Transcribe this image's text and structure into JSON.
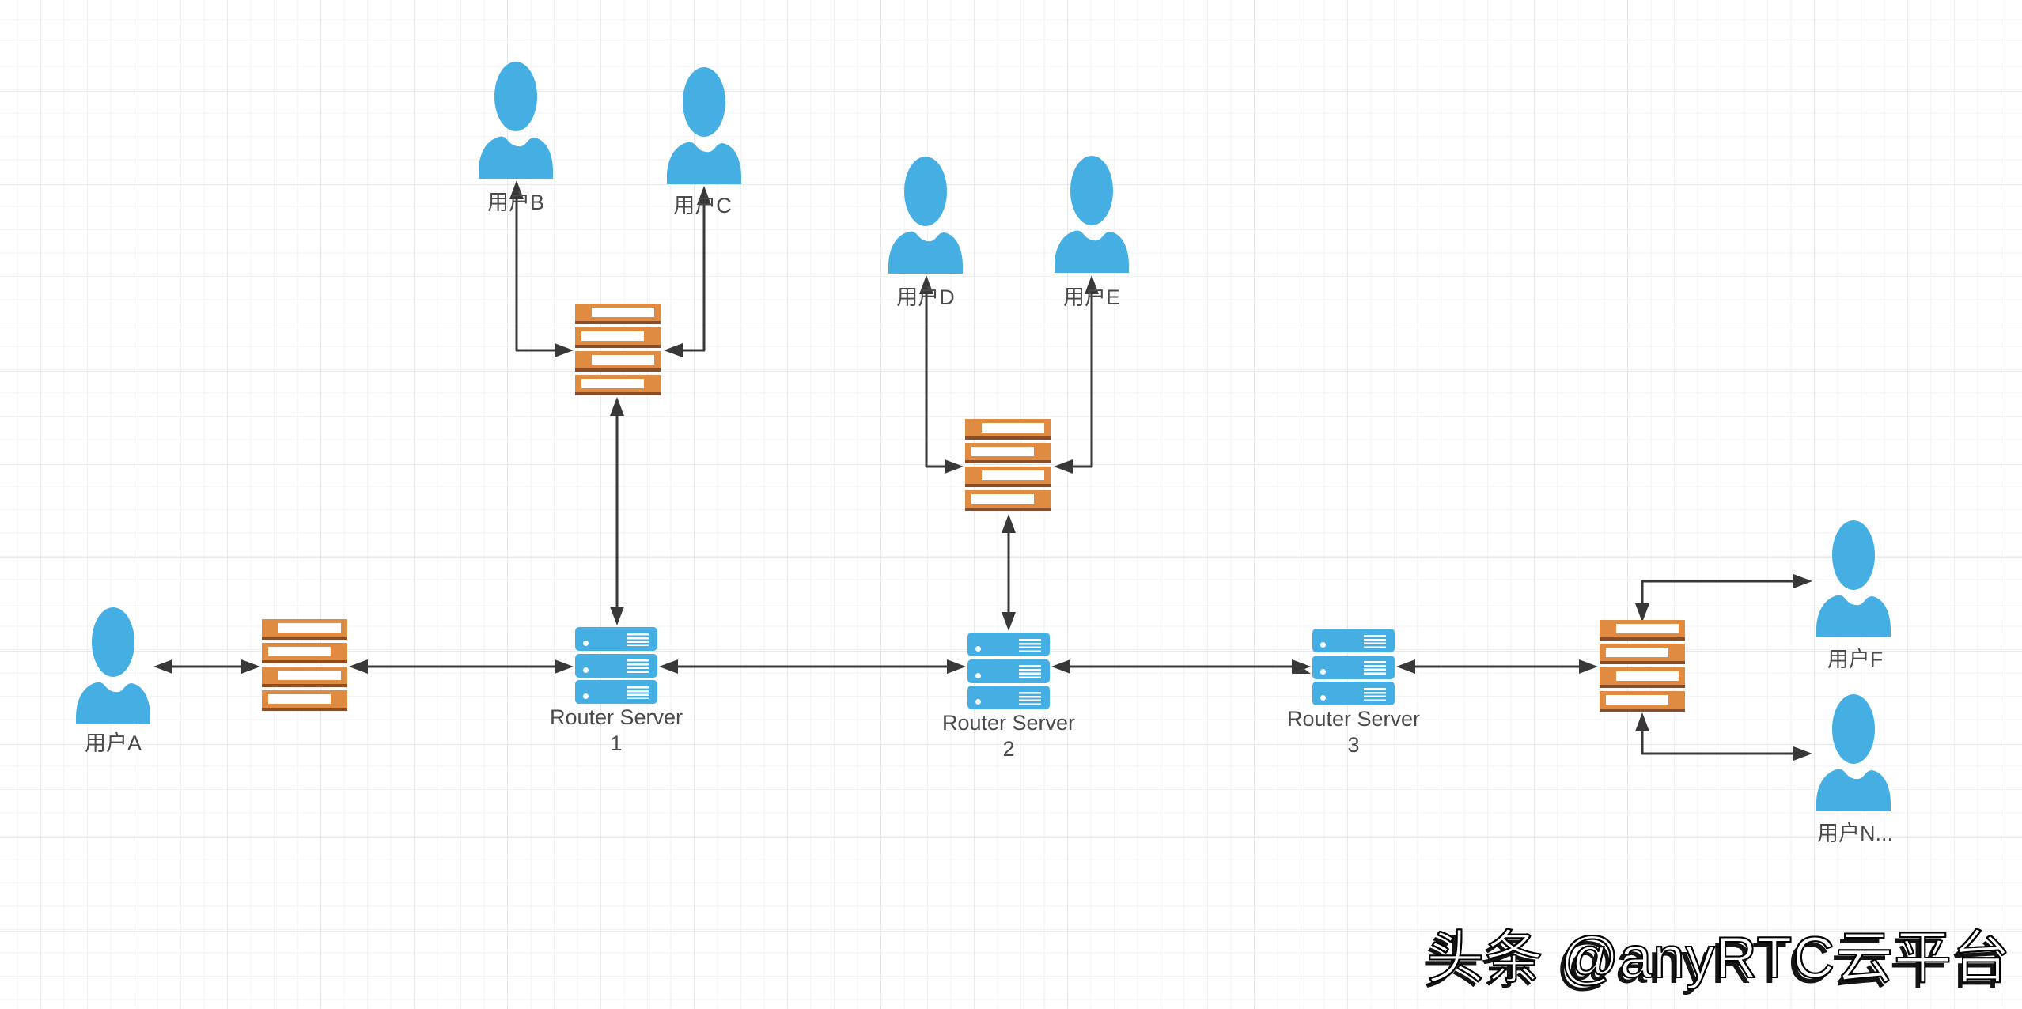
{
  "watermark": {
    "text": "头条 @anyRTC云平台"
  },
  "diagram": {
    "users": [
      {
        "id": "userA",
        "label": "用户A"
      },
      {
        "id": "userB",
        "label": "用户B"
      },
      {
        "id": "userC",
        "label": "用户C"
      },
      {
        "id": "userD",
        "label": "用户D"
      },
      {
        "id": "userE",
        "label": "用户E"
      },
      {
        "id": "userF",
        "label": "用户F"
      },
      {
        "id": "userN",
        "label": "用户N..."
      }
    ],
    "routers": [
      {
        "id": "router1",
        "name": "Router Server",
        "number": "1"
      },
      {
        "id": "router2",
        "name": "Router Server",
        "number": "2"
      },
      {
        "id": "router3",
        "name": "Router Server",
        "number": "3"
      }
    ],
    "relays": [
      {
        "id": "relay-top"
      },
      {
        "id": "relay-mid"
      },
      {
        "id": "relay-left"
      },
      {
        "id": "relay-right"
      }
    ],
    "edges": [
      {
        "from": "userA",
        "to": "relay-left",
        "arrows": "both"
      },
      {
        "from": "relay-left",
        "to": "router1",
        "arrows": "both"
      },
      {
        "from": "router1",
        "to": "router2",
        "arrows": "both"
      },
      {
        "from": "router2",
        "to": "router3",
        "arrows": "both"
      },
      {
        "from": "router3",
        "to": "relay-right",
        "arrows": "both"
      },
      {
        "from": "relay-top",
        "to": "router1",
        "arrows": "both"
      },
      {
        "from": "relay-mid",
        "to": "router2",
        "arrows": "both"
      },
      {
        "from": "userB",
        "to": "relay-top",
        "arrows": "both",
        "shape": "elbow"
      },
      {
        "from": "userC",
        "to": "relay-top",
        "arrows": "both",
        "shape": "elbow"
      },
      {
        "from": "userD",
        "to": "relay-mid",
        "arrows": "both",
        "shape": "elbow"
      },
      {
        "from": "userE",
        "to": "relay-mid",
        "arrows": "both",
        "shape": "elbow"
      },
      {
        "from": "relay-right",
        "to": "userF",
        "arrows": "both",
        "shape": "elbow"
      },
      {
        "from": "relay-right",
        "to": "userN",
        "arrows": "both",
        "shape": "elbow"
      }
    ],
    "colors": {
      "user_blue": "#45AFE3",
      "router_blue": "#45AFE3",
      "relay_orange": "#E08B42",
      "relay_shadow": "#8C4D26",
      "line": "#383838",
      "label_text": "#4a4a4a"
    }
  }
}
